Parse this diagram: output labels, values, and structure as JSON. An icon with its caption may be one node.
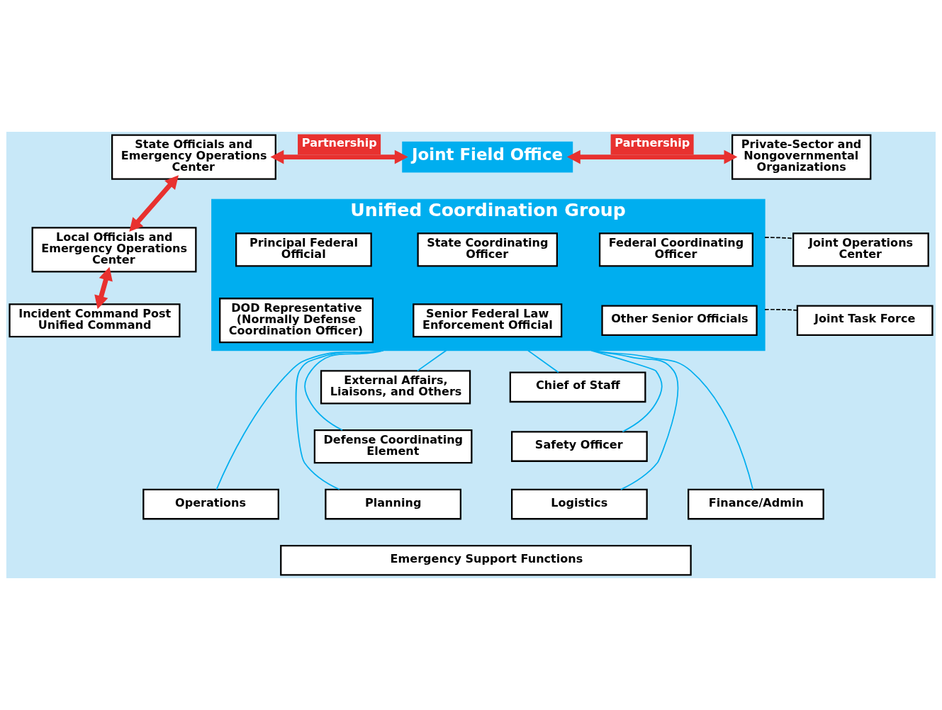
{
  "diagram": {
    "nodes": [
      {
        "text": [
          "State Officials and Emergency Operations Center"
        ]
      },
      {
        "text": [
          "Joint Field Office"
        ]
      },
      {
        "text": [
          "Private-Sector and Nongovernmental Organizations"
        ]
      },
      {
        "text": [
          "Local Officials and Emergency Operations Center"
        ]
      },
      {
        "text": [
          "Unified Coordination Group"
        ]
      },
      {
        "text": [
          "Principal Federal Official"
        ],
        "in": 4
      },
      {
        "text": [
          "State Coordinating Officer"
        ],
        "in": 4
      },
      {
        "text": [
          "Federal Coordinating Officer"
        ],
        "in": 4
      },
      {
        "text": [
          "Joint Operations Center"
        ]
      },
      {
        "text": [
          "DOD Representative (Normally Defense Coordination Officer)"
        ],
        "in": 4
      },
      {
        "text": [
          "Senior Federal Law Enforcement Official"
        ],
        "in": 4
      },
      {
        "text": [
          "Other Senior Officials"
        ],
        "in": 4
      },
      {
        "text": [
          "Joint Task Force"
        ]
      },
      {
        "text": [
          "Incident Command Post Unified Command"
        ]
      },
      {
        "text": [
          "External Affairs, Liaisons, and Others"
        ]
      },
      {
        "text": [
          "Chief of Staff"
        ]
      },
      {
        "text": [
          "Defense Coordinating Element"
        ]
      },
      {
        "text": [
          "Safety Officer"
        ]
      },
      {
        "text": [
          "Operations"
        ]
      },
      {
        "text": [
          "Planning"
        ]
      },
      {
        "text": [
          "Logistics"
        ]
      },
      {
        "text": [
          "Finance/Admin"
        ]
      },
      {
        "text": [
          "Emergency Support Functions"
        ]
      }
    ],
    "edges": [
      {
        "from": 0,
        "to": 1,
        "arrow": "both",
        "label": "Partnership",
        "style": "thick",
        "color": "#e8312f"
      },
      {
        "from": 1,
        "to": 2,
        "arrow": "both",
        "label": "Partnership",
        "style": "thick",
        "color": "#e8312f"
      },
      {
        "from": 0,
        "to": 3,
        "arrow": "both",
        "style": "thick",
        "color": "#e8312f"
      },
      {
        "from": 3,
        "to": 13,
        "arrow": "both",
        "style": "thick",
        "color": "#e8312f"
      },
      {
        "from": 4,
        "to": 8,
        "arrow": "none",
        "style": "dashed",
        "color": "#000000"
      },
      {
        "from": 4,
        "to": 12,
        "arrow": "none",
        "style": "dashed",
        "color": "#000000"
      },
      {
        "from": 4,
        "to": 14,
        "arrow": "none"
      },
      {
        "from": 4,
        "to": 15,
        "arrow": "none"
      },
      {
        "from": 4,
        "to": 16,
        "arrow": "none"
      },
      {
        "from": 4,
        "to": 17,
        "arrow": "none"
      },
      {
        "from": 4,
        "to": 18,
        "arrow": "none"
      },
      {
        "from": 4,
        "to": 19,
        "arrow": "none"
      },
      {
        "from": 4,
        "to": 20,
        "arrow": "none"
      },
      {
        "from": 4,
        "to": 21,
        "arrow": "none"
      }
    ]
  }
}
